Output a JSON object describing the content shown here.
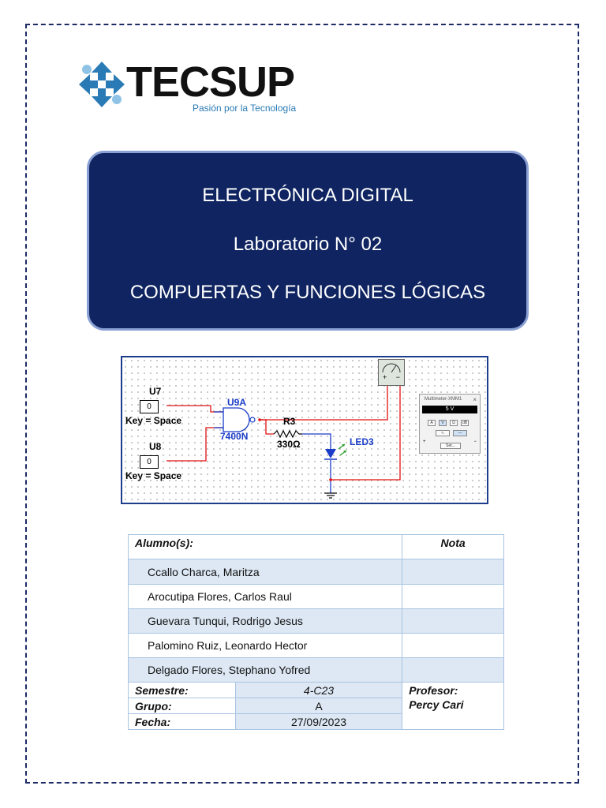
{
  "logo": {
    "brand": "TECSUP",
    "tagline": "Pasión por la Tecnología",
    "colors": {
      "blue": "#2a7bb5",
      "dark": "#111111"
    }
  },
  "title": {
    "course": "ELECTRÓNICA DIGITAL",
    "lab": "Laboratorio N° 02",
    "topic": "COMPUERTAS Y FUNCIONES LÓGICAS"
  },
  "circuit": {
    "u7": "U7",
    "u8": "U8",
    "key_value_1": "0",
    "key_value_2": "0",
    "key_label_1": "Key = Space",
    "key_label_2": "Key = Space",
    "gate_name": "U9A",
    "gate_type": "7400N",
    "resistor_name": "R3",
    "resistor_value": "330Ω",
    "led_name": "LED3",
    "meter_plus": "+",
    "meter_minus": "−",
    "multimeter": {
      "title": "Multimeter-XMM1",
      "reading": "5 V",
      "buttons": [
        "A",
        "V",
        "Ω",
        "dB"
      ],
      "set_label": "Set...",
      "plus": "+",
      "minus": "−"
    }
  },
  "table": {
    "header_students": "Alumno(s):",
    "header_grade": "Nota",
    "students": [
      "Ccallo Charca, Maritza",
      "Arocutipa Flores, Carlos Raul",
      "Guevara Tunqui, Rodrigo Jesus",
      "Palomino Ruiz, Leonardo Hector",
      "Delgado Flores, Stephano Yofred"
    ],
    "semestre_label": "Semestre:",
    "semestre_value": "4-C23",
    "grupo_label": "Grupo:",
    "grupo_value": "A",
    "fecha_label": "Fecha:",
    "fecha_value": "27/09/2023",
    "profesor_label": "Profesor:",
    "profesor_name": "Percy Cari"
  },
  "colors": {
    "title_bg": "#0f2460",
    "page_border": "#1c2a66",
    "table_border": "#a8c4e2",
    "row_shade": "#dde8f4"
  }
}
